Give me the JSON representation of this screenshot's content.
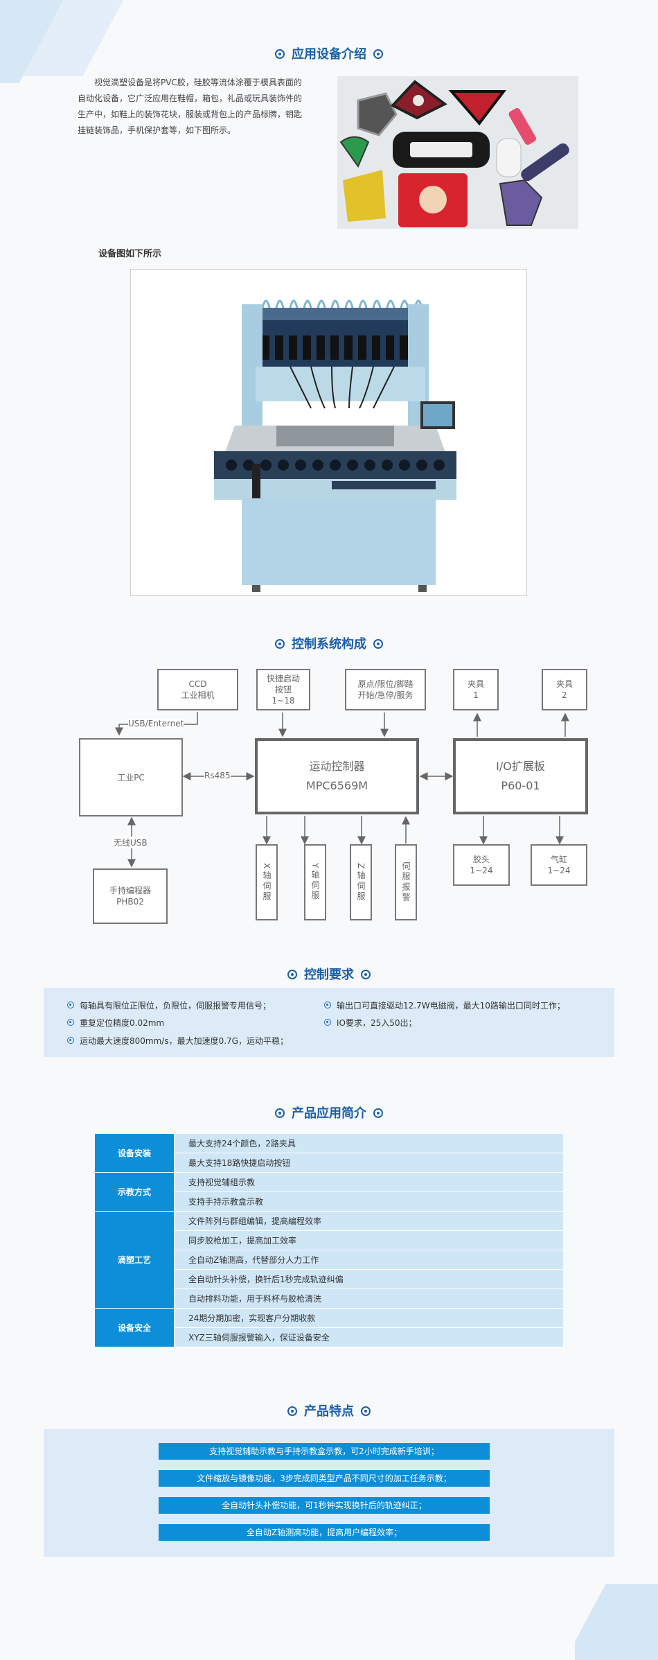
{
  "intro": {
    "title": "应用设备介绍",
    "text": "视觉滴塑设备是将PVC胶，硅胶等流体涂覆于模具表面的自动化设备，它广泛应用在鞋帽，箱包，礼品或玩具装饰件的生产中，如鞋上的装饰花块，服装或背包上的产品标牌，钥匙挂链装饰品，手机保护套等，如下图所示。",
    "sub_caption": "设备图如下所示"
  },
  "control_system": {
    "title": "控制系统构成",
    "boxes": {
      "ccd": "CCD\n工业相机",
      "quick_btn": "快捷启动\n按钮\n1~18",
      "origin": "原点/限位/脚踏\n开始/急停/服务",
      "clamp1": "夹具\n1",
      "clamp2": "夹具\n2",
      "pc": "工业PC",
      "motion": "运动控制器\nMPC6569M",
      "io": "I/O扩展板\nP60-01",
      "x_servo": "X轴伺服",
      "y_servo": "Y轴伺服",
      "z_servo": "Z轴伺服",
      "alarm": "伺服报警",
      "glue": "胶头\n1~24",
      "cylinder": "气缸\n1~24",
      "handheld": "手持编程器\nPHB02"
    },
    "labels": {
      "usb": "USB/Enternet",
      "rs485": "Rs485",
      "wireless": "无线USB"
    }
  },
  "requirements": {
    "title": "控制要求",
    "left": [
      "每轴具有限位正限位，负限位，伺服报警专用信号；",
      "重复定位精度0.02mm",
      "运动最大速度800mm/s，最大加速度0.7G，运动平稳；"
    ],
    "right": [
      "输出口可直接驱动12.7W电磁阀，最大10路输出口同时工作；",
      "IO要求，25入50出；"
    ]
  },
  "application": {
    "title": "产品应用简介",
    "groups": [
      {
        "category": "设备安装",
        "items": [
          "最大支持24个颜色，2路夹具",
          "最大支持18路快捷启动按钮"
        ]
      },
      {
        "category": "示教方式",
        "items": [
          "支持视觉辅组示教",
          "支持手持示教盒示教"
        ]
      },
      {
        "category": "滴塑工艺",
        "items": [
          "文件阵列与群组编辑，提高编程效率",
          "同步胶枪加工，提高加工效率",
          "全自动Z轴测高，代替部分人力工作",
          "全自动针头补偿，换针后1秒完成轨迹纠偏",
          "自动排料功能，用于料杯与胶枪清洗"
        ]
      },
      {
        "category": "设备安全",
        "items": [
          "24期分期加密，实现客户分期收款",
          "XYZ三轴伺服报警输入，保证设备安全"
        ]
      }
    ]
  },
  "features": {
    "title": "产品特点",
    "items": [
      "支持视觉辅助示教与手持示教盒示教，可2小时完成新手培训；",
      "文件缩放与镜像功能，3步完成同类型产品不同尺寸的加工任务示教；",
      "全自动针头补偿功能，可1秒钟实现换针后的轨迹纠正；",
      "全自动Z轴测高功能，提高用户编程效率；"
    ]
  },
  "colors": {
    "title_blue": "#1a5fa8",
    "accent_blue": "#0d8ed8",
    "panel_light": "#dcebf7",
    "table_light": "#cfe6f7"
  }
}
